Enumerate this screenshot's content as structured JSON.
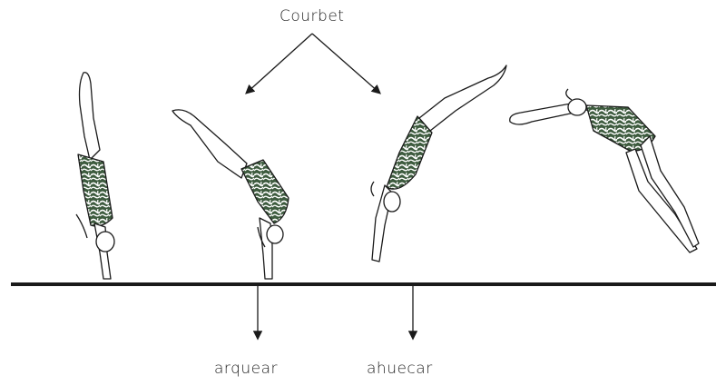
{
  "title": "Courbet",
  "labels": {
    "arch": "arquear",
    "hollow": "ahuecar"
  },
  "colors": {
    "line": "#1a1a1a",
    "suit_base": "#3d5b3e",
    "suit_pattern": "#ffffff",
    "skin_stroke": "#1a1a1a"
  }
}
